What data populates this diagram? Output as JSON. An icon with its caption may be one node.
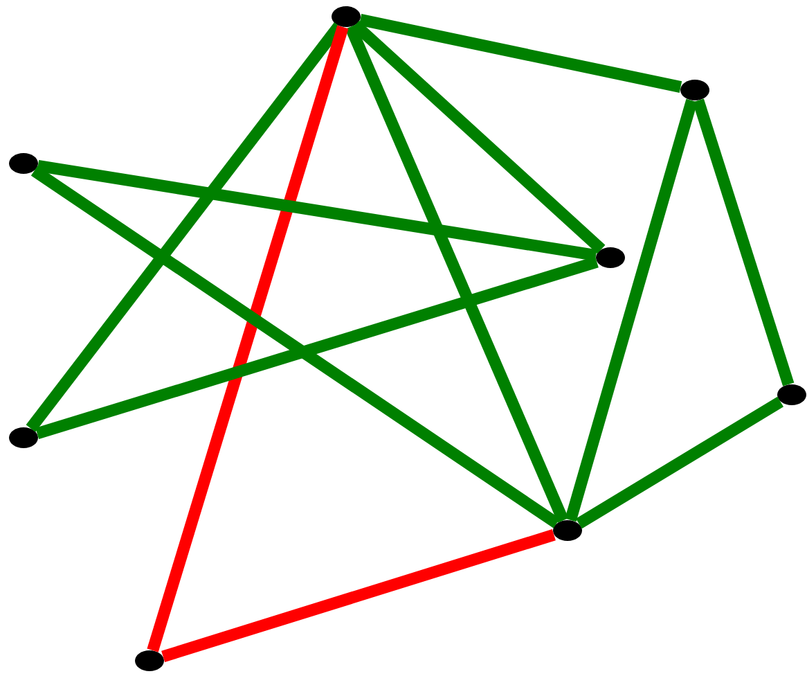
{
  "diagram": {
    "nodes": [
      {
        "text": [],
        "shape": "circle"
      },
      {
        "text": [],
        "shape": "circle"
      },
      {
        "text": [],
        "shape": "circle"
      },
      {
        "text": [],
        "shape": "circle"
      },
      {
        "text": [],
        "shape": "circle"
      },
      {
        "text": [],
        "shape": "circle"
      },
      {
        "text": [],
        "shape": "circle"
      },
      {
        "text": [],
        "shape": "circle"
      }
    ],
    "edges": [
      {
        "from": 0,
        "to": 1,
        "arrow": "none"
      },
      {
        "from": 0,
        "to": 3,
        "arrow": "none"
      },
      {
        "from": 0,
        "to": 6,
        "arrow": "none"
      },
      {
        "from": 0,
        "to": 5,
        "arrow": "none"
      },
      {
        "from": 0,
        "to": 7,
        "arrow": "none",
        "color": "#ff0000"
      },
      {
        "from": 1,
        "to": 6,
        "arrow": "none"
      },
      {
        "from": 1,
        "to": 4,
        "arrow": "none"
      },
      {
        "from": 2,
        "to": 3,
        "arrow": "none"
      },
      {
        "from": 2,
        "to": 6,
        "arrow": "none"
      },
      {
        "from": 5,
        "to": 3,
        "arrow": "none"
      },
      {
        "from": 4,
        "to": 6,
        "arrow": "none"
      },
      {
        "from": 6,
        "to": 7,
        "arrow": "none",
        "color": "#ff0000"
      }
    ]
  }
}
